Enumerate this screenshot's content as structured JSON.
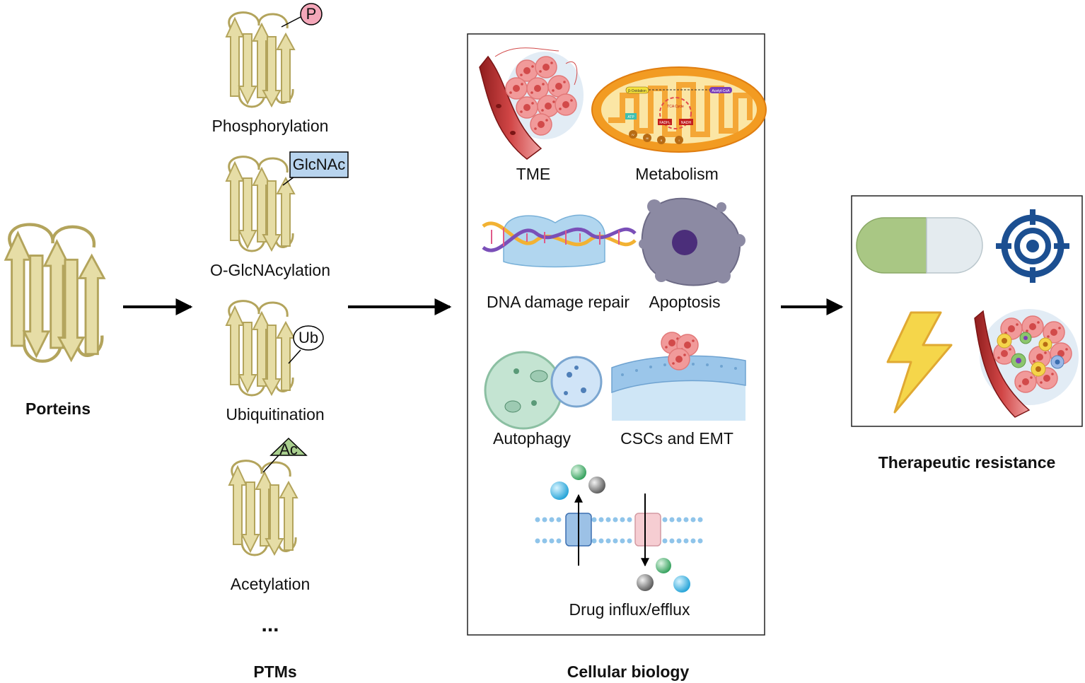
{
  "proteins": {
    "label": "Porteins"
  },
  "ptms": {
    "column_title": "PTMs",
    "ellipsis": "...",
    "items": [
      {
        "label": "Phosphorylation",
        "tag": "P",
        "tag_color": "#f4a7b9"
      },
      {
        "label": "O-GlcNAcylation",
        "tag": "GlcNAc",
        "tag_color": "#b8d4ee"
      },
      {
        "label": "Ubiquitination",
        "tag": "Ub",
        "tag_color": "#ffffff"
      },
      {
        "label": "Acetylation",
        "tag": "Ac",
        "tag_color": "#a9cf8e"
      }
    ]
  },
  "cellular_biology": {
    "column_title": "Cellular biology",
    "items": [
      {
        "label": "TME"
      },
      {
        "label": "Metabolism"
      },
      {
        "label": "DNA damage repair"
      },
      {
        "label": "Apoptosis"
      },
      {
        "label": "Autophagy"
      },
      {
        "label": "CSCs and EMT"
      },
      {
        "label": "Drug influx/efflux"
      }
    ],
    "metabolism_mini": {
      "beta_ox": "β-Oxidation",
      "acetyl": "Acetyl-CoA",
      "tca": "TCA Cycle",
      "fadh": "FADH₂",
      "nadh": "NADH",
      "atp": "ATP",
      "c1": "IV",
      "c2": "III",
      "c3": "II",
      "c4": "I"
    }
  },
  "resistance": {
    "label": "Therapeutic resistance"
  },
  "colors": {
    "protein_fill": "#e6dda6",
    "protein_stroke": "#b3a45c",
    "arrow": "#000000",
    "target_blue": "#1c4f91",
    "bolt": "#f5d64a",
    "pill_green": "#a9c784",
    "mito_orange": "#f29b22"
  }
}
